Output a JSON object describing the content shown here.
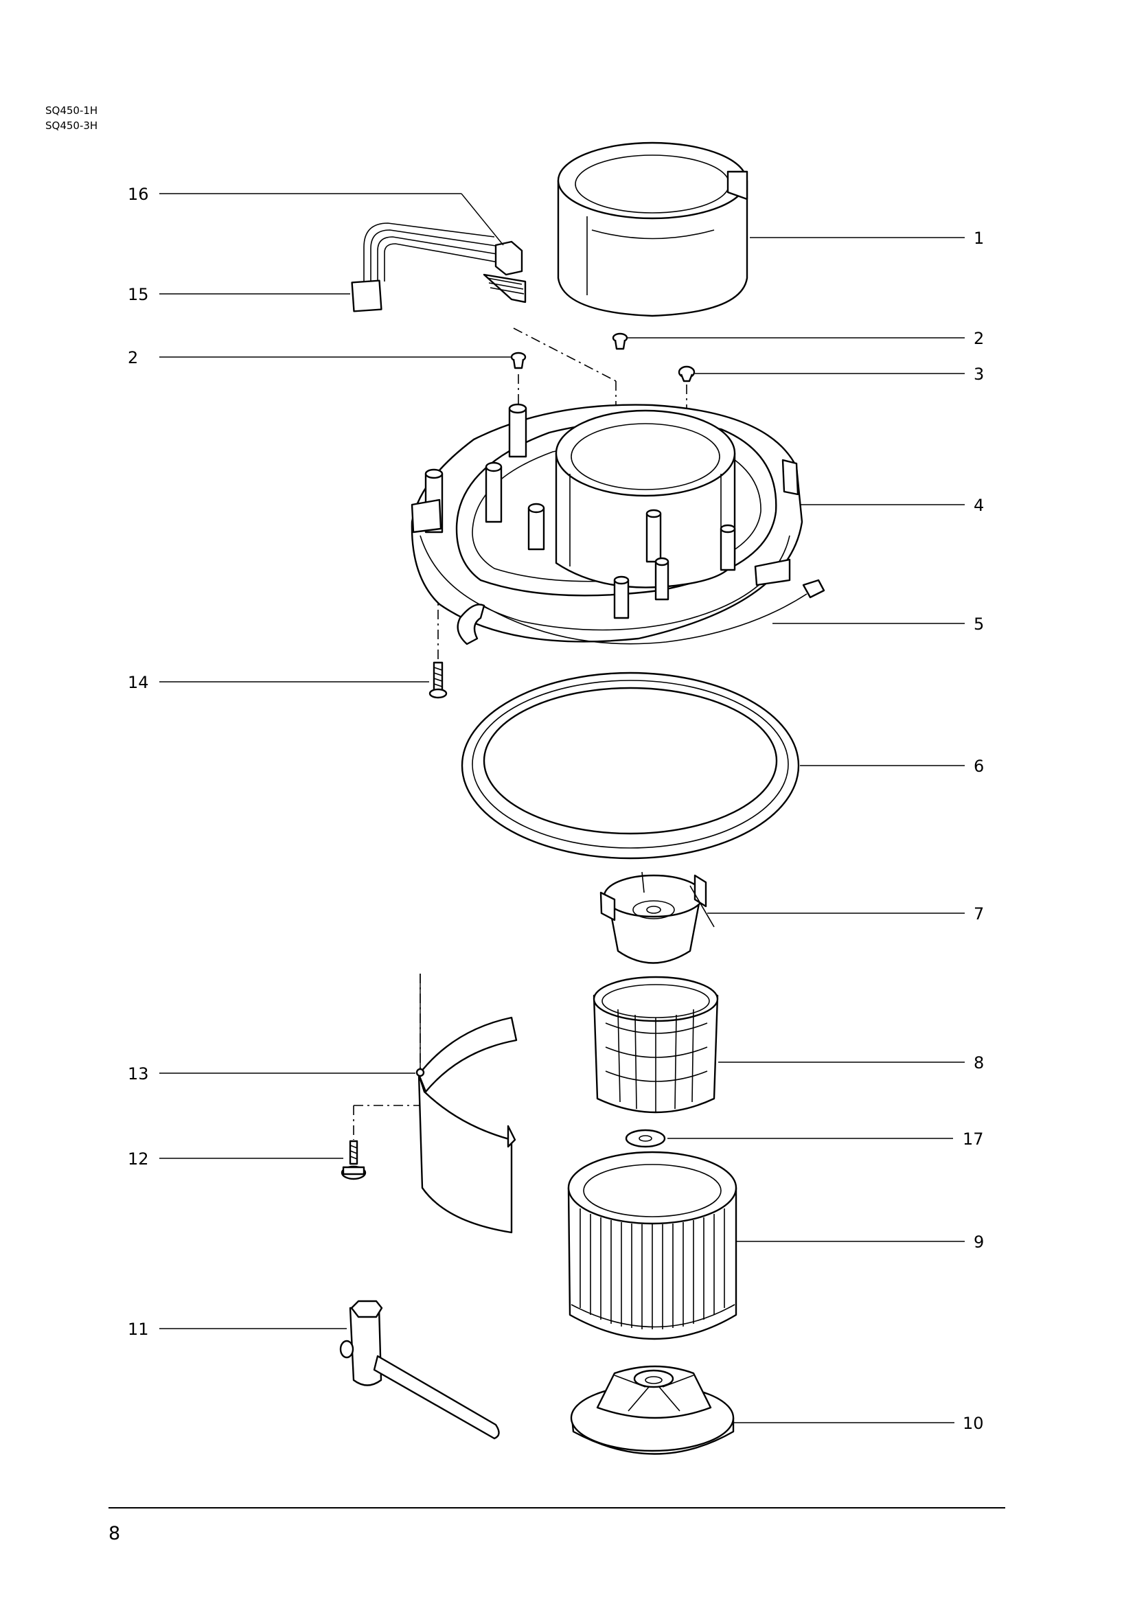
{
  "header": {
    "models": [
      "SQ450-1H",
      "SQ450-3H"
    ]
  },
  "callouts": {
    "c1": "1",
    "c2a": "2",
    "c2b": "2",
    "c3": "3",
    "c4": "4",
    "c5": "5",
    "c6": "6",
    "c7": "7",
    "c8": "8",
    "c9": "9",
    "c10": "10",
    "c11": "11",
    "c12": "12",
    "c13": "13",
    "c14": "14",
    "c15": "15",
    "c16": "16",
    "c17": "17"
  },
  "footer": {
    "page_number": "8"
  }
}
